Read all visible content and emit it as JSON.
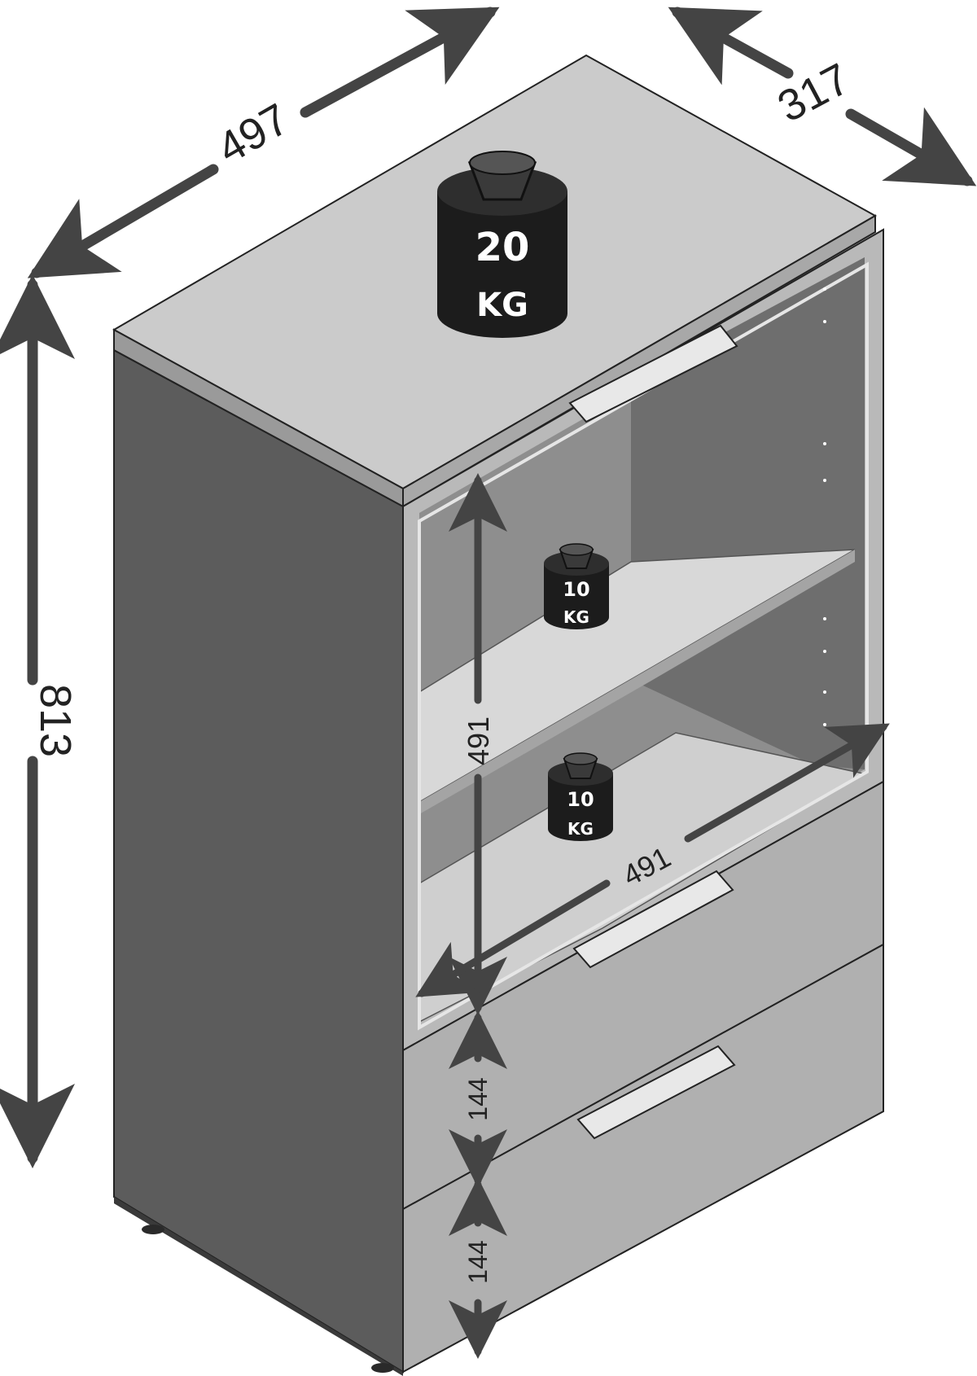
{
  "dimensions": {
    "width": "497",
    "depth": "317",
    "height": "813",
    "interior_height": "491",
    "interior_width": "491",
    "drawer_top": "144",
    "drawer_bottom": "144"
  },
  "loads": {
    "top": {
      "value": "20",
      "unit": "KG"
    },
    "shelf_upper": {
      "value": "10",
      "unit": "KG"
    },
    "shelf_lower": {
      "value": "10",
      "unit": "KG"
    }
  },
  "colors": {
    "side_panel": "#5c5c5c",
    "top_panel": "#c8c8c8",
    "front_panel": "#b4b4b4",
    "interior": "#8c8c8c",
    "arrow": "#444444",
    "weight": "#1c1c1c"
  }
}
